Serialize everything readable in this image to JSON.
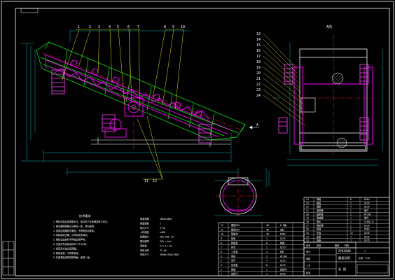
{
  "drawing": {
    "colors": {
      "background": "#000000",
      "frame": "#ffffff",
      "outline": "#00ff00",
      "machine": "#ff00ff",
      "springs": "#ff40ff",
      "dimension": "#00e0e0",
      "centerline": "#ff2020",
      "leader": "#ffff00",
      "text": "#ffffff",
      "hatch": "#cfcfcf"
    },
    "balloons_side": [
      "1",
      "2",
      "3",
      "4",
      "5",
      "6",
      "7",
      "8",
      "9",
      "10"
    ],
    "balloons_bottom": [
      "11",
      "12"
    ],
    "balloons_end": [
      "13",
      "14",
      "15",
      "16",
      "17",
      "18",
      "19",
      "20",
      "21",
      "22",
      "23",
      "24"
    ],
    "end_view_caption": "A向",
    "section_marker": "A",
    "title_block": {
      "designation": "2YK1848",
      "name": "圆振动筛",
      "sheet": "总  图",
      "qty_label": "1"
    },
    "tech_notes_title": "技术要求",
    "tech_notes": [
      "1.筛机安装后需调整水平，保证四个支承弹簧受力均匀。",
      "2.振动器两侧偏心块相位一致，转向相同。",
      "3.各部连接螺栓须紧固，不得有松动现象。",
      "4.电机接线正确，试车前检查转向。",
      "5.筛机试运转时不得有异常声响。",
      "6.空载试车连续运转不少于4小时。",
      "7.各润滑点加注润滑脂。",
      "8.筛网张紧，不得有松动。",
      "9.外露表面涂防锈漆两遍，面漆一遍。"
    ],
    "spec_table": [
      [
        "筛面规格",
        "1800×4800"
      ],
      [
        "筛面层数",
        "2"
      ],
      [
        "筛孔尺寸",
        "3~50"
      ],
      [
        "入料粒度",
        "≤400"
      ],
      [
        "处理能力",
        "100~350 t/h"
      ],
      [
        "振动频率",
        "970 r/min"
      ],
      [
        "双振幅",
        "9.5~11 mm"
      ],
      [
        "电机功率",
        "15 kW"
      ],
      [
        "外形尺寸",
        "4980×2780×1960"
      ]
    ],
    "bom_rows": [
      [
        "24",
        "弹簧",
        "8",
        "65Mn"
      ],
      [
        "23",
        "侧板",
        "2",
        "Q235"
      ],
      [
        "22",
        "横梁",
        "4",
        "Q235"
      ],
      [
        "21",
        "激振器",
        "1",
        "组件"
      ],
      [
        "20",
        "轴承座",
        "2",
        "HT200"
      ],
      [
        "19",
        "联轴器",
        "1",
        "组件"
      ],
      [
        "18",
        "电机",
        "1",
        "Y160L-6"
      ],
      [
        "17",
        "电机座",
        "1",
        "Q235"
      ],
      [
        "16",
        "筛网",
        "2",
        "65Mn"
      ],
      [
        "15",
        "压板",
        "12",
        "Q235"
      ],
      [
        "14",
        "支座",
        "4",
        "Q235"
      ],
      [
        "13",
        "底座",
        "1",
        "Q235"
      ]
    ],
    "bom_rows_lower": [
      [
        "12",
        "螺栓M16",
        "48",
        "8.8级"
      ],
      [
        "11",
        "螺母M16",
        "48",
        "8级"
      ],
      [
        "10",
        "垫圈16",
        "48",
        "65Mn"
      ],
      [
        "9",
        "挡板",
        "2",
        "Q235"
      ],
      [
        "8",
        "橡胶垫",
        "8",
        "橡胶"
      ],
      [
        "7",
        "护罩",
        "1",
        "Q235"
      ],
      [
        "6",
        "三角带",
        "4",
        "B型"
      ],
      [
        "5",
        "带轮",
        "2",
        "HT200"
      ],
      [
        "4",
        "吊环",
        "4",
        "Q235"
      ],
      [
        "3",
        "加强板",
        "6",
        "Q235"
      ],
      [
        "2",
        "筛框",
        "1",
        "焊接件"
      ],
      [
        "1",
        "出料口",
        "1",
        "Q235"
      ]
    ],
    "bom_header": [
      "序号",
      "名称",
      "数量",
      "材料"
    ],
    "sign_row": [
      "设计",
      "审核",
      "工艺",
      "批准"
    ],
    "scale_note": "比例 1:20"
  }
}
